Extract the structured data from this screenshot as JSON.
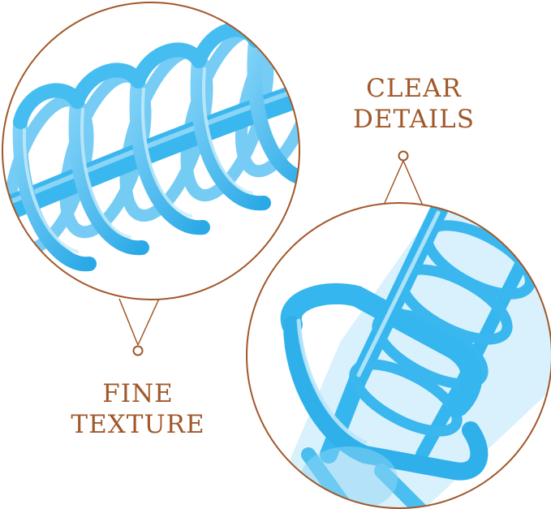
{
  "callouts": {
    "top_right": {
      "line1": "CLEAR",
      "line2": "DETAILS"
    },
    "bottom_left": {
      "line1": "FINE",
      "line2": "TEXTURE"
    }
  },
  "colors": {
    "accent": "#a0582a",
    "product_blue": "#35b6ee",
    "product_blue_light": "#8fd6f6",
    "background": "#ffffff"
  }
}
